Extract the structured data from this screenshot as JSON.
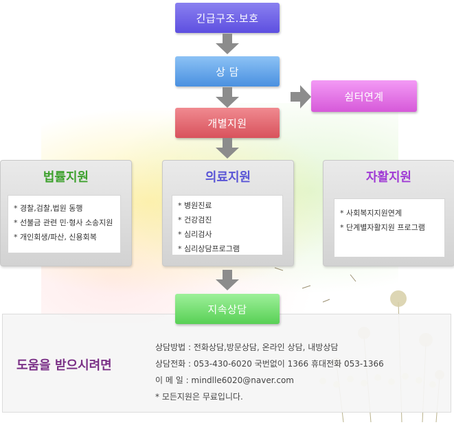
{
  "flow": {
    "step1": "긴급구조.보호",
    "step2": "상 담",
    "step3": "개별지원",
    "step4": "지속상담",
    "shelter": "쉼터연계"
  },
  "panels": {
    "legal": {
      "title": "법률지원",
      "items": [
        "* 경찰,검찰,법원 동행",
        "* 선불금 관련 민·형사 소송지원",
        "* 개인회생/파산, 신용회복"
      ]
    },
    "medical": {
      "title": "의료지원",
      "items": [
        "* 병원진료",
        "* 건강검진",
        "* 심리검사",
        "* 심리상담프로그램"
      ]
    },
    "self": {
      "title": "자활지원",
      "items": [
        "* 사회복지지원연계",
        "* 단계별자활지원 프로그램"
      ]
    }
  },
  "contact": {
    "title": "도움을 받으시려면",
    "lines": [
      "상담방법 : 전화상담,방문상담, 온라인 상담, 내방상담",
      "상담전화 : 053-430-6020 국번없이  1366 휴대전화 053-1366",
      "이  메  일 : mindlle6020@naver.com",
      "* 모든지원은 무료입니다."
    ]
  },
  "colors": {
    "step1": "#6b5fe6",
    "step2": "#5da0e8",
    "step3": "#df6168",
    "step4": "#6ad866",
    "shelter": "#dc65df",
    "arrow": "#8c8c8c"
  }
}
